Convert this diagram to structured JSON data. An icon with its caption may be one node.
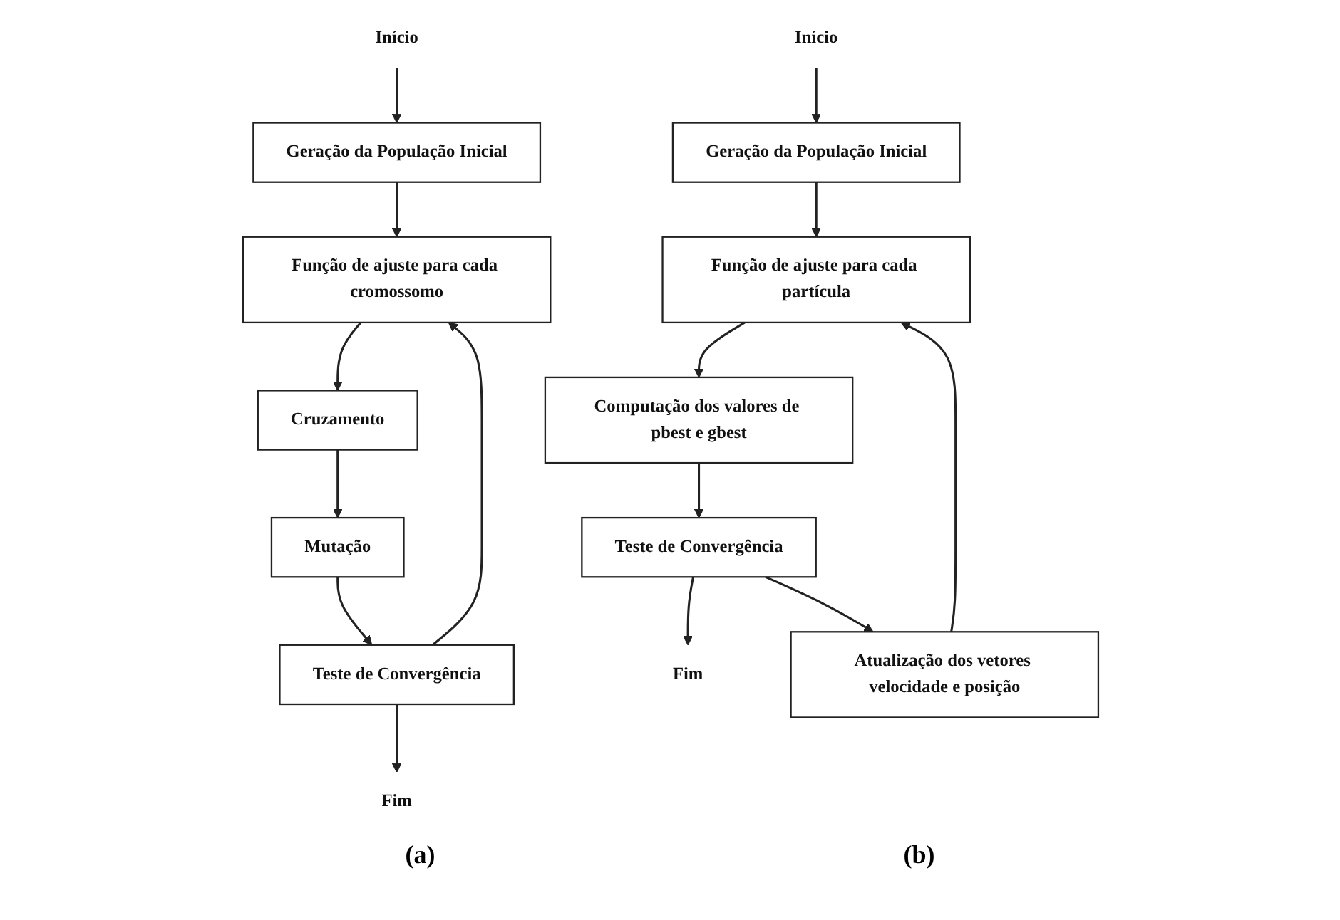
{
  "diagram": {
    "nodes": [
      {
        "text": [
          "Início"
        ]
      },
      {
        "text": [
          "Geração da População Inicial"
        ]
      },
      {
        "text": [
          "Função de ajuste para cada cromossomo"
        ]
      },
      {
        "text": [
          "Cruzamento"
        ]
      },
      {
        "text": [
          "Mutação"
        ]
      },
      {
        "text": [
          "Teste de Convergência"
        ]
      },
      {
        "text": [
          "Fim"
        ]
      },
      {
        "text": [
          "Início"
        ]
      },
      {
        "text": [
          "Geração da População Inicial"
        ]
      },
      {
        "text": [
          "Função de ajuste para cada partícula"
        ]
      },
      {
        "text": [
          "Computação dos valores de pbest e gbest"
        ]
      },
      {
        "text": [
          "Teste de Convergência"
        ]
      },
      {
        "text": [
          "Fim"
        ]
      },
      {
        "text": [
          "Atualização dos vetores velocidade e posição"
        ]
      }
    ],
    "edges": [
      {
        "from": 0,
        "to": 1,
        "arrow": "to"
      },
      {
        "from": 1,
        "to": 2,
        "arrow": "to"
      },
      {
        "from": 2,
        "to": 3,
        "arrow": "to"
      },
      {
        "from": 3,
        "to": 4,
        "arrow": "to"
      },
      {
        "from": 4,
        "to": 5,
        "arrow": "to"
      },
      {
        "from": 5,
        "to": 2,
        "arrow": "to"
      },
      {
        "from": 5,
        "to": 6,
        "arrow": "to"
      },
      {
        "from": 7,
        "to": 8,
        "arrow": "to"
      },
      {
        "from": 8,
        "to": 9,
        "arrow": "to"
      },
      {
        "from": 9,
        "to": 10,
        "arrow": "to"
      },
      {
        "from": 10,
        "to": 11,
        "arrow": "to"
      },
      {
        "from": 11,
        "to": 12,
        "arrow": "to"
      },
      {
        "from": 11,
        "to": 13,
        "arrow": "to"
      },
      {
        "from": 13,
        "to": 9,
        "arrow": "to"
      }
    ],
    "labels": [
      "(a)",
      "(b)"
    ]
  }
}
